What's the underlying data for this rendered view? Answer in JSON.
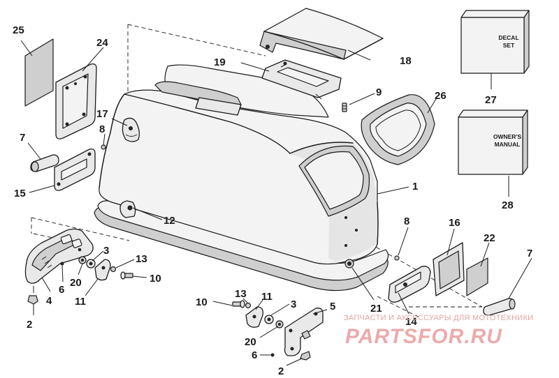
{
  "callouts": {
    "c1": "1",
    "c2a": "2",
    "c2b": "2",
    "c3a": "3",
    "c3b": "3",
    "c4": "4",
    "c5": "5",
    "c6a": "6",
    "c6b": "6",
    "c7a": "7",
    "c7b": "7",
    "c8a": "8",
    "c8b": "8",
    "c9": "9",
    "c10a": "10",
    "c10b": "10",
    "c11a": "11",
    "c11b": "11",
    "c12": "12",
    "c13a": "13",
    "c13b": "13",
    "c14": "14",
    "c15": "15",
    "c16": "16",
    "c17": "17",
    "c18": "18",
    "c19": "19",
    "c20a": "20",
    "c20b": "20",
    "c21": "21",
    "c22": "22",
    "c24": "24",
    "c25": "25",
    "c26": "26",
    "c27": "27",
    "c28": "28"
  },
  "boxes": {
    "decal_line1": "DECAL",
    "decal_line2": "SET",
    "manual_line1": "OWNER'S",
    "manual_line2": "MANUAL"
  },
  "watermark": {
    "caption": "ЗАПЧАСТИ И АКСЕССУАРЫ ДЛЯ МОТОТЕХНИКИ",
    "logo": "PARTSFOR.RU"
  }
}
